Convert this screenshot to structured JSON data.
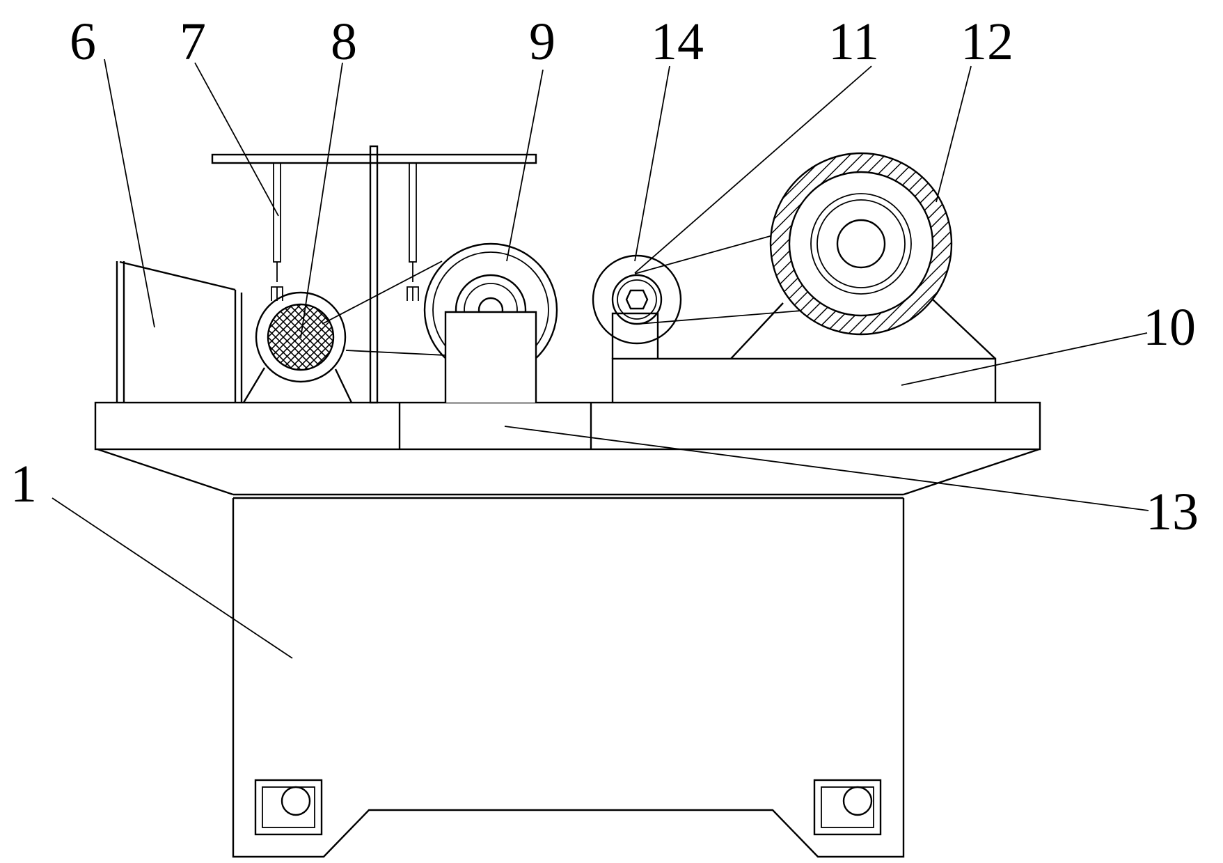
{
  "figure": {
    "callouts": [
      {
        "id": "c6",
        "text": "6"
      },
      {
        "id": "c7",
        "text": "7"
      },
      {
        "id": "c8",
        "text": "8"
      },
      {
        "id": "c9",
        "text": "9"
      },
      {
        "id": "c14",
        "text": "14"
      },
      {
        "id": "c11",
        "text": "11"
      },
      {
        "id": "c12",
        "text": "12"
      },
      {
        "id": "c10",
        "text": "10"
      },
      {
        "id": "c13",
        "text": "13"
      },
      {
        "id": "c1",
        "text": "1"
      }
    ]
  }
}
